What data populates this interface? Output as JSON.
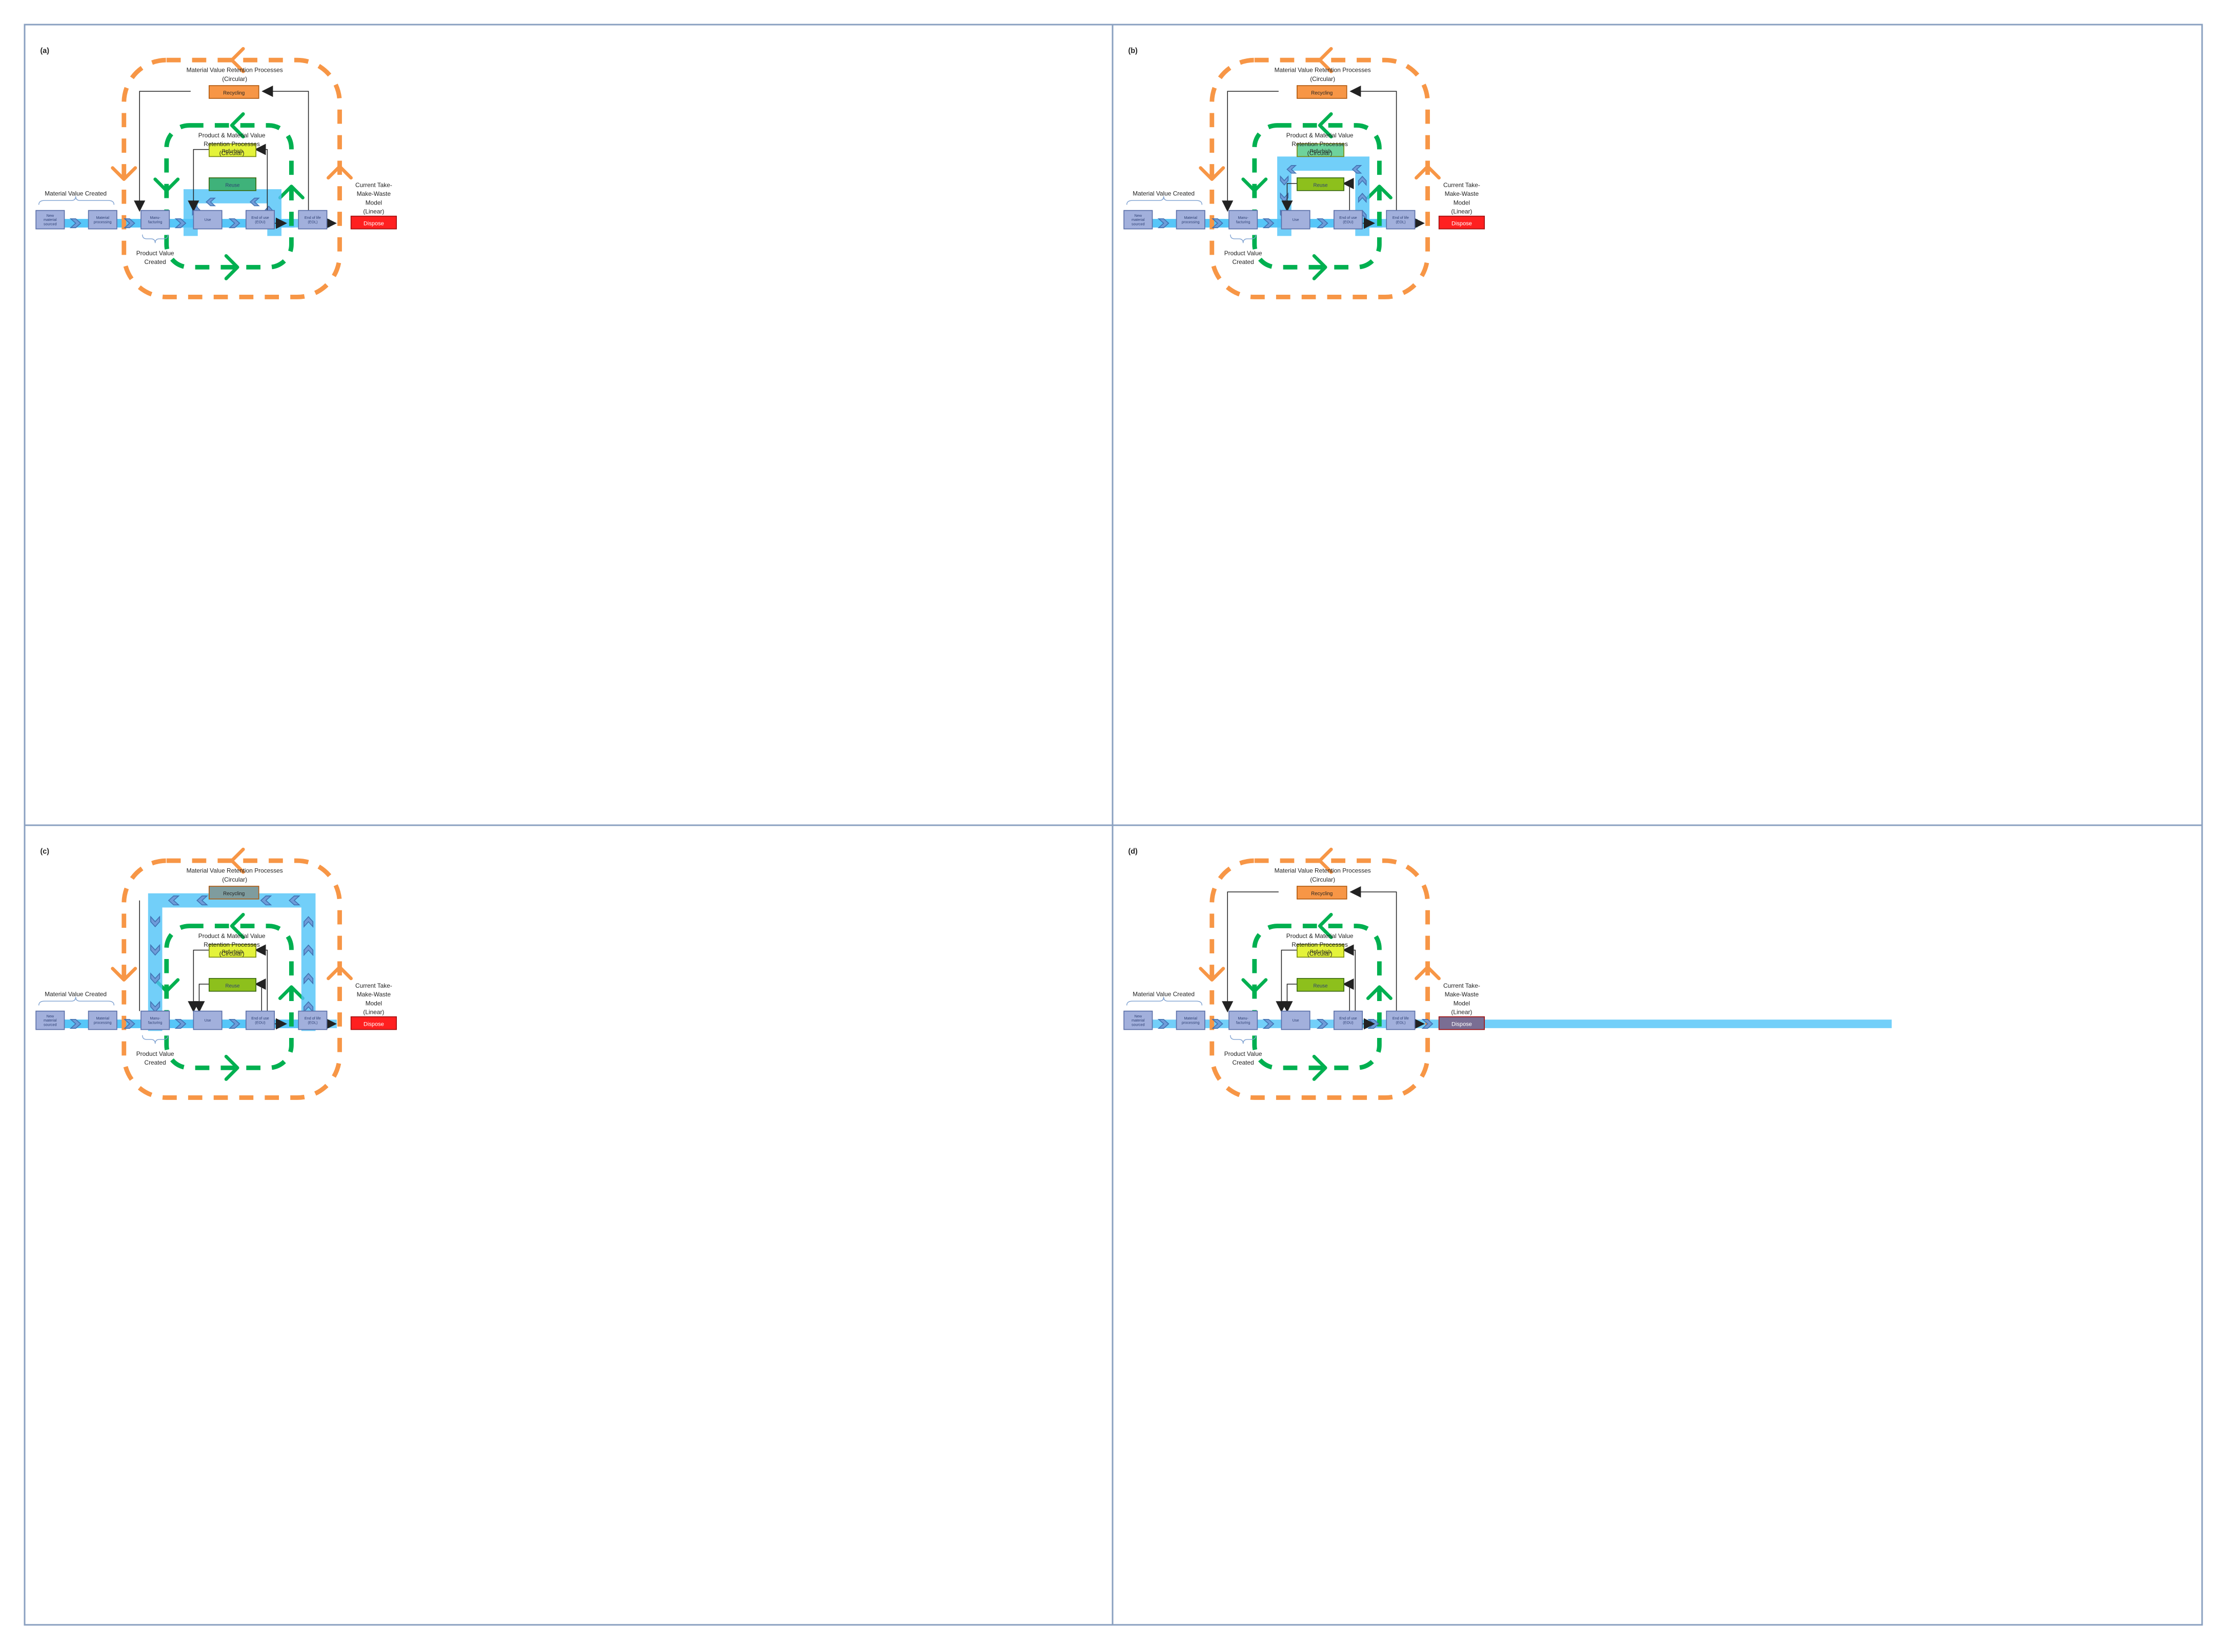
{
  "panels": [
    {
      "label": "(a)",
      "variant": "reuse"
    },
    {
      "label": "(b)",
      "variant": "refurbish"
    },
    {
      "label": "(c)",
      "variant": "recycling"
    },
    {
      "label": "(d)",
      "variant": "dispose"
    }
  ],
  "text": {
    "outer_loop_title": [
      "Material Value Retention Processes",
      "(Circular)"
    ],
    "inner_loop_title": [
      "Product & Material Value",
      "Retention Processes",
      "(Circular)"
    ],
    "material_value_created": "Material Value Created",
    "product_value_created": [
      "Product Value",
      "Created"
    ],
    "linear_model": [
      "Current Take-",
      "Make-Waste",
      "Model",
      "(Linear)"
    ]
  },
  "boxes": {
    "new_material": [
      "New",
      "material",
      "sourced"
    ],
    "material_processing": [
      "Material",
      "processing"
    ],
    "manufacturing": [
      "Manu-",
      "facturing"
    ],
    "use": [
      "Use"
    ],
    "end_of_use": [
      "End of use",
      "(EOU)"
    ],
    "end_of_life": [
      "End of life",
      "(EOL)"
    ],
    "dispose": "Dispose",
    "recycling": "Recycling",
    "refurbish": "Refurbish",
    "reuse": "Reuse"
  },
  "colors": {
    "orange_loop": "#f79646",
    "green_loop": "#00b050",
    "recycling": "#f79646",
    "refurbish": "#e4f33a",
    "reuse": "#8dc01c",
    "reuse_highlight": "#3fb27a",
    "refurbish_highlight": "#6ed29c",
    "recycling_highlight": "#7f9c9e",
    "dispose": "#ff2020",
    "dispose_highlight": "#7a6e93",
    "process_box": "#a2b0dc",
    "flow": "#4fc3f7"
  }
}
